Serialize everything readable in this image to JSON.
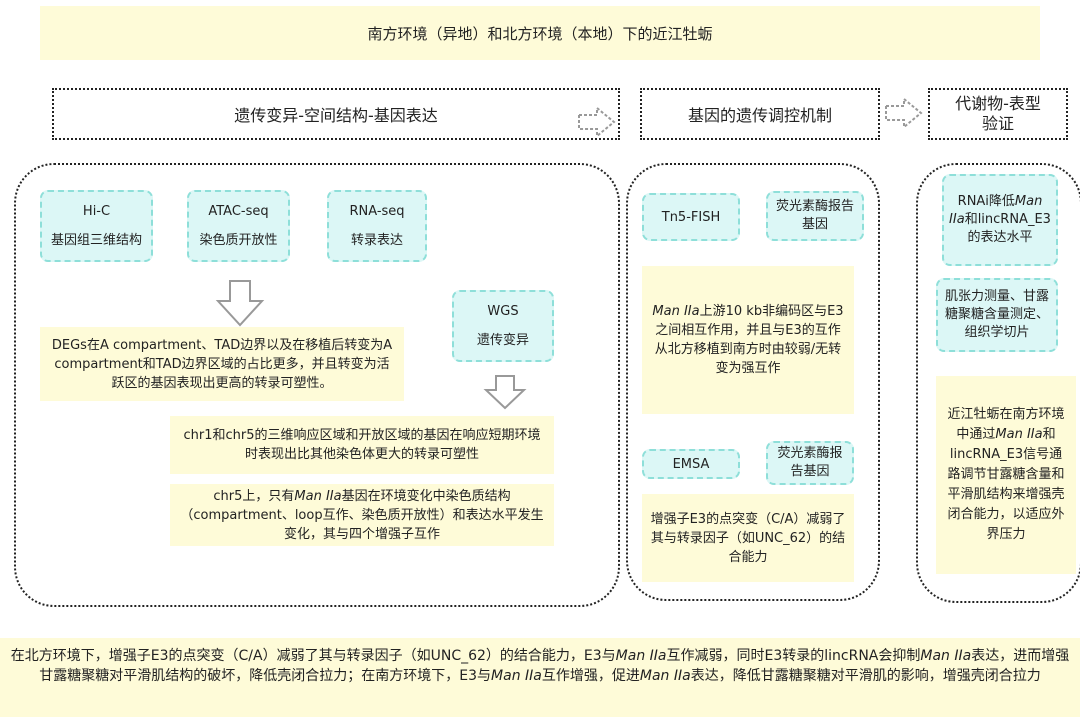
{
  "title": "南方环境（异地）和北方环境（本地）下的近江牡蛎",
  "sections": {
    "s1": "遗传变异-空间结构-基因表达",
    "s2": "基因的遗传调控机制",
    "s3_line1": "代谢物-表型",
    "s3_line2": "验证"
  },
  "panel1": {
    "hic_name": "Hi-C",
    "hic_desc": "基因组三维结构",
    "atac_name": "ATAC-seq",
    "atac_desc": "染色质开放性",
    "rna_name": "RNA-seq",
    "rna_desc": "转录表达",
    "wgs_name": "WGS",
    "wgs_desc": "遗传变异",
    "note1": "DEGs在A compartment、TAD边界以及在移植后转变为A compartment和TAD边界区域的占比更多，并且转变为活跃区的基因表现出更高的转录可塑性。",
    "note2": "chr1和chr5的三维响应区域和开放区域的基因在响应短期环境时表现出比其他染色体更大的转录可塑性",
    "note3_pre": "chr5上，只有",
    "note3_gene": "Man IIa",
    "note3_post": "基因在环境变化中染色质结构（compartment、loop互作、染色质开放性）和表达水平发生变化，其与四个增强子互作"
  },
  "panel2": {
    "tn5": "Tn5-FISH",
    "reporter1": "荧光素酶报告基因",
    "note1_gene": "Man IIa",
    "note1_post": "上游10 kb非编码区与E3之间相互作用，并且与E3的互作从北方移植到南方时由较弱/无转变为强互作",
    "emsa": "EMSA",
    "reporter2": "荧光素酶报告基因",
    "note2": "增强子E3的点突变（C/A）减弱了其与转录因子（如UNC_62）的结合能力"
  },
  "panel3": {
    "rnai_pre": "RNAi降低",
    "rnai_gene": "Man IIa",
    "rnai_post": "和lincRNA_E3的表达水平",
    "measure": "肌张力测量、甘露糖聚糖含量测定、组织学切片",
    "note_pre": "近江牡蛎在南方环境中通过",
    "note_gene": "Man IIa",
    "note_post": "和lincRNA_E3信号通路调节甘露糖含量和平滑肌结构来增强壳闭合能力，以适应外界压力"
  },
  "bottom": {
    "p1": "在北方环境下，增强子E3的点突变（C/A）减弱了其与转录因子（如UNC_62）的结合能力，E3与",
    "g1": "Man IIa",
    "p2": "互作减弱，同时E3转录的lincRNA会抑制",
    "g2": "Man IIa",
    "p3": "表达，进而增强甘露糖聚糖对平滑肌结构的破坏，降低壳闭合拉力；在南方环境下，E3与",
    "g3": "Man IIa",
    "p4": "互作增强，促进",
    "g4": "Man IIa",
    "p5": "表达，降低甘露糖聚糖对平滑肌的影响，增强壳闭合拉力"
  }
}
